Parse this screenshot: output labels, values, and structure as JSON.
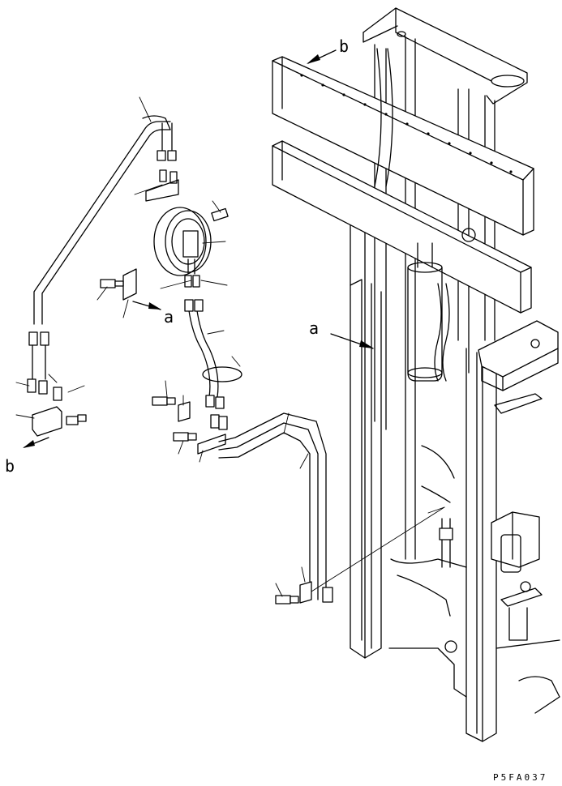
{
  "diagram": {
    "drawing_code": "P5FA037",
    "reference_labels": {
      "a_near_bracket": "a",
      "a_on_mast": "a",
      "b_top": "b",
      "b_bottom_left": "b"
    }
  }
}
